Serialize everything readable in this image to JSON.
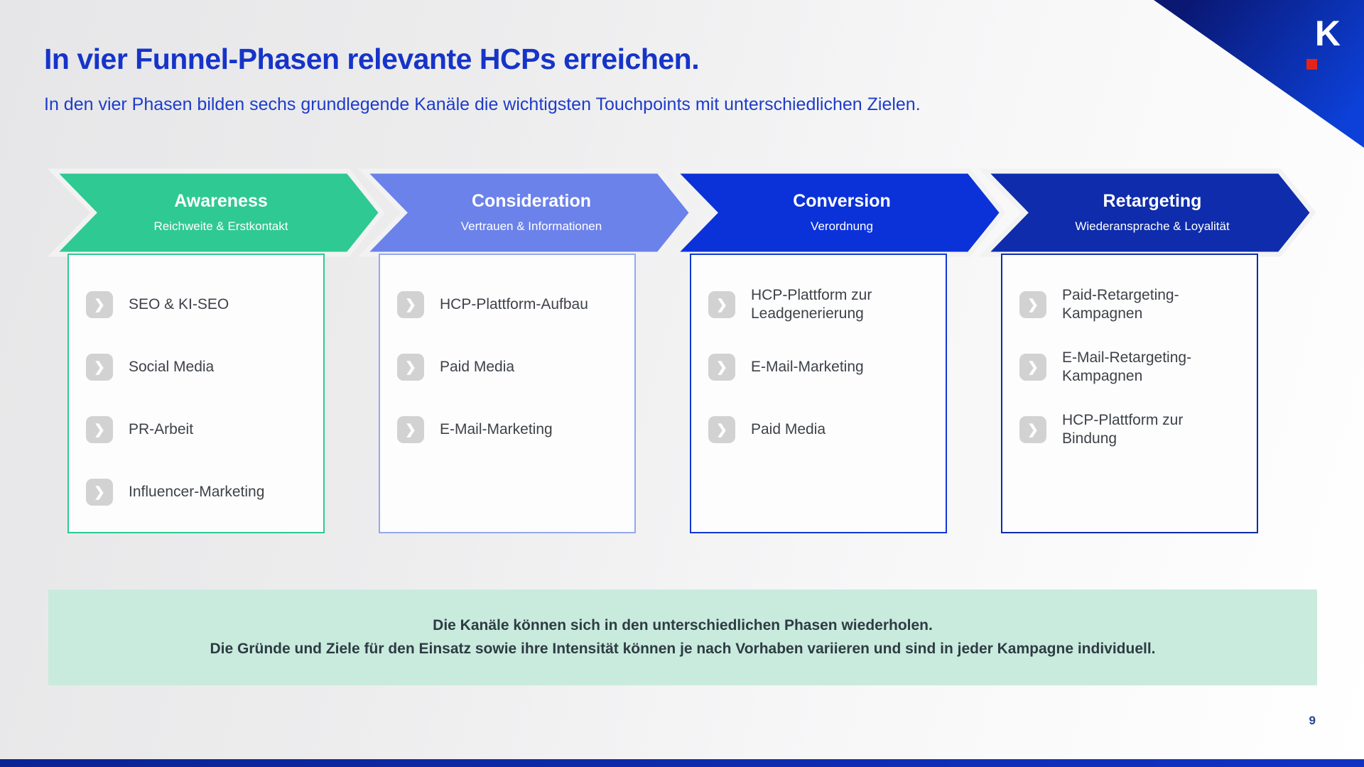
{
  "slide": {
    "title": "In vier Funnel-Phasen relevante HCPs erreichen.",
    "subtitle": "In den vier Phasen bilden sechs grundlegende Kanäle die wichtigsten Touchpoints mit unterschiedlichen Zielen.",
    "page_number": "9",
    "logo": {
      "letter": "K"
    },
    "note": {
      "line1": "Die Kanäle können sich in den unterschiedlichen Phasen wiederholen.",
      "line2": "Die Gründe und Ziele für den Einsatz sowie ihre Intensität können je nach Vorhaben variieren und sind in jeder Kampagne individuell."
    }
  },
  "icons": {
    "chevron": "❯"
  },
  "phases": [
    {
      "name": "Awareness",
      "tagline": "Reichweite & Erstkontakt",
      "color": "#2fc993",
      "box_border": "#2fc993",
      "items": [
        "SEO & KI-SEO",
        "Social Media",
        "PR-Arbeit",
        "Influencer-Marketing"
      ]
    },
    {
      "name": "Consideration",
      "tagline": "Vertrauen & Informationen",
      "color": "#6b82ea",
      "box_border": "#95a7ee",
      "items": [
        "HCP-Plattform-Aufbau",
        "Paid Media",
        "E-Mail-Marketing"
      ]
    },
    {
      "name": "Conversion",
      "tagline": "Verordnung",
      "color": "#0b32d9",
      "box_border": "#1138d5",
      "items": [
        "HCP-Plattform zur Leadgenerierung",
        "E-Mail-Marketing",
        "Paid Media"
      ]
    },
    {
      "name": "Retargeting",
      "tagline": "Wiederansprache & Loyalität",
      "color": "#0e2cab",
      "box_border": "#0e2ca8",
      "items": [
        "Paid-Retargeting-Kampagnen",
        "E-Mail-Retargeting-Kampagnen",
        "HCP-Plattform zur Bindung"
      ]
    }
  ],
  "colors": {
    "title_blue": "#1634c8",
    "note_background": "#c9ebdd",
    "note_text": "#2e3b44",
    "item_text": "#3e4247",
    "icon_background": "#d2d2d3",
    "corner_dark": "#0a1874",
    "corner_bright": "#0c40d8",
    "logo_dot_red": "#e52418",
    "footer_bar_blue": "#1133c4"
  }
}
